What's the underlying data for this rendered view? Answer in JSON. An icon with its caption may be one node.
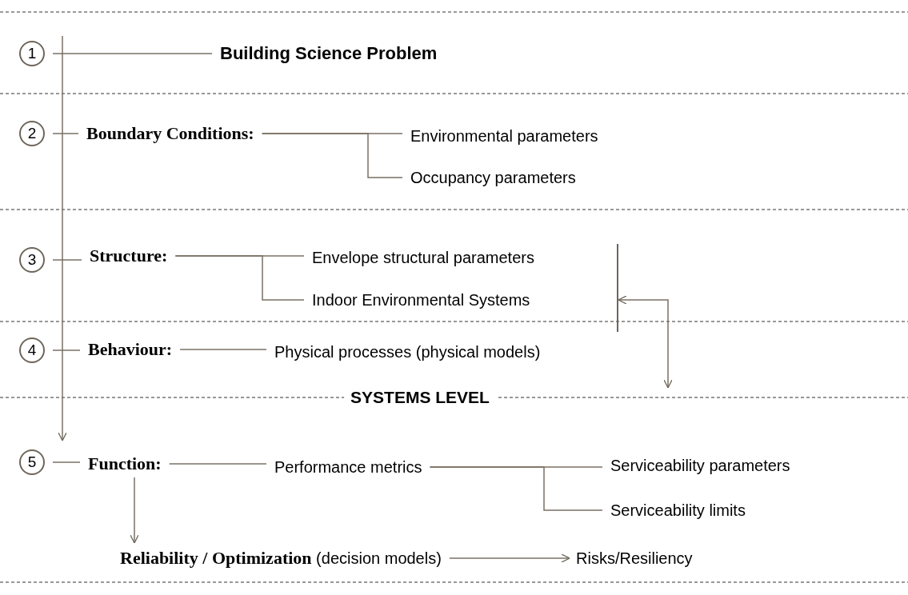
{
  "diagram": {
    "nodes": [
      {
        "text": [
          "1"
        ]
      },
      {
        "text": [
          "Building Science Problem"
        ]
      },
      {
        "text": [
          "2"
        ]
      },
      {
        "text": [
          "Boundary Conditions:"
        ]
      },
      {
        "text": [
          "Environmental parameters"
        ]
      },
      {
        "text": [
          "Occupancy parameters"
        ]
      },
      {
        "text": [
          "3"
        ]
      },
      {
        "text": [
          "Structure:"
        ]
      },
      {
        "text": [
          "Envelope structural parameters"
        ]
      },
      {
        "text": [
          "Indoor Environmental Systems"
        ]
      },
      {
        "text": [
          "4"
        ]
      },
      {
        "text": [
          "Behaviour:"
        ]
      },
      {
        "text": [
          "Physical processes (physical models)"
        ]
      },
      {
        "text": [
          "5"
        ]
      },
      {
        "text": [
          "Function:"
        ]
      },
      {
        "text": [
          "Performance metrics"
        ]
      },
      {
        "text": [
          "Serviceability parameters"
        ]
      },
      {
        "text": [
          "Serviceability limits"
        ]
      },
      {
        "text": [
          "**Reliability / Optimization** (decision models)"
        ]
      },
      {
        "text": [
          "Risks/Resiliency"
        ]
      },
      {
        "text": [],
        "shape": "bar"
      }
    ],
    "edges": [
      {
        "from": 0,
        "to": 1,
        "arrow": "none"
      },
      {
        "from": 2,
        "to": 3,
        "arrow": "none"
      },
      {
        "from": 3,
        "to": 4,
        "arrow": "none"
      },
      {
        "from": 3,
        "to": 5,
        "arrow": "none"
      },
      {
        "from": 6,
        "to": 7,
        "arrow": "none"
      },
      {
        "from": 7,
        "to": 8,
        "arrow": "none"
      },
      {
        "from": 7,
        "to": 9,
        "arrow": "none"
      },
      {
        "from": 10,
        "to": 11,
        "arrow": "none"
      },
      {
        "from": 11,
        "to": 12,
        "arrow": "none"
      },
      {
        "from": 13,
        "to": 14,
        "arrow": "none"
      },
      {
        "from": 14,
        "to": 15,
        "arrow": "none"
      },
      {
        "from": 15,
        "to": 16,
        "arrow": "none"
      },
      {
        "from": 15,
        "to": 17,
        "arrow": "none"
      },
      {
        "from": 14,
        "to": 18,
        "arrow": "to"
      },
      {
        "from": 18,
        "to": 19,
        "arrow": "to"
      },
      {
        "from": 20,
        "to": null,
        "arrow": "both"
      },
      {
        "from": null,
        "to": 13,
        "arrow": "to"
      }
    ],
    "labels": [
      "SYSTEMS LEVEL"
    ]
  }
}
